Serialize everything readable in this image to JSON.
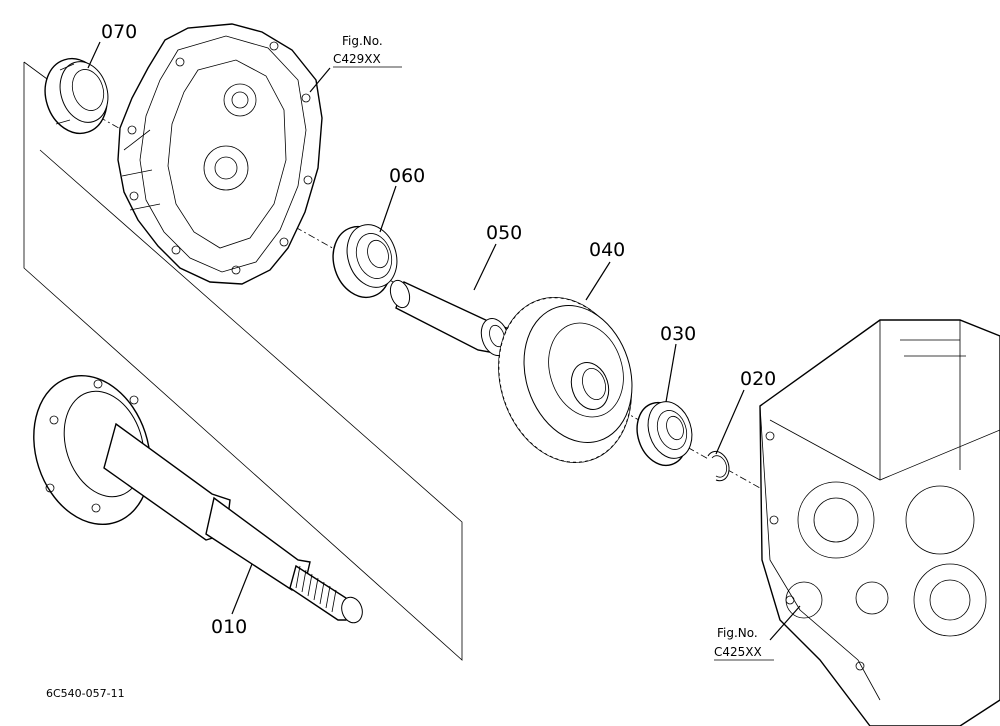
{
  "parts": [
    {
      "no": "010"
    },
    {
      "no": "020"
    },
    {
      "no": "030"
    },
    {
      "no": "040"
    },
    {
      "no": "050"
    },
    {
      "no": "060"
    },
    {
      "no": "070"
    }
  ],
  "references": [
    {
      "line1": "Fig.No.",
      "line2": "C429XX"
    },
    {
      "line1": "Fig.No.",
      "line2": "C425XX"
    }
  ],
  "drawing_code": "6C540-057-11"
}
